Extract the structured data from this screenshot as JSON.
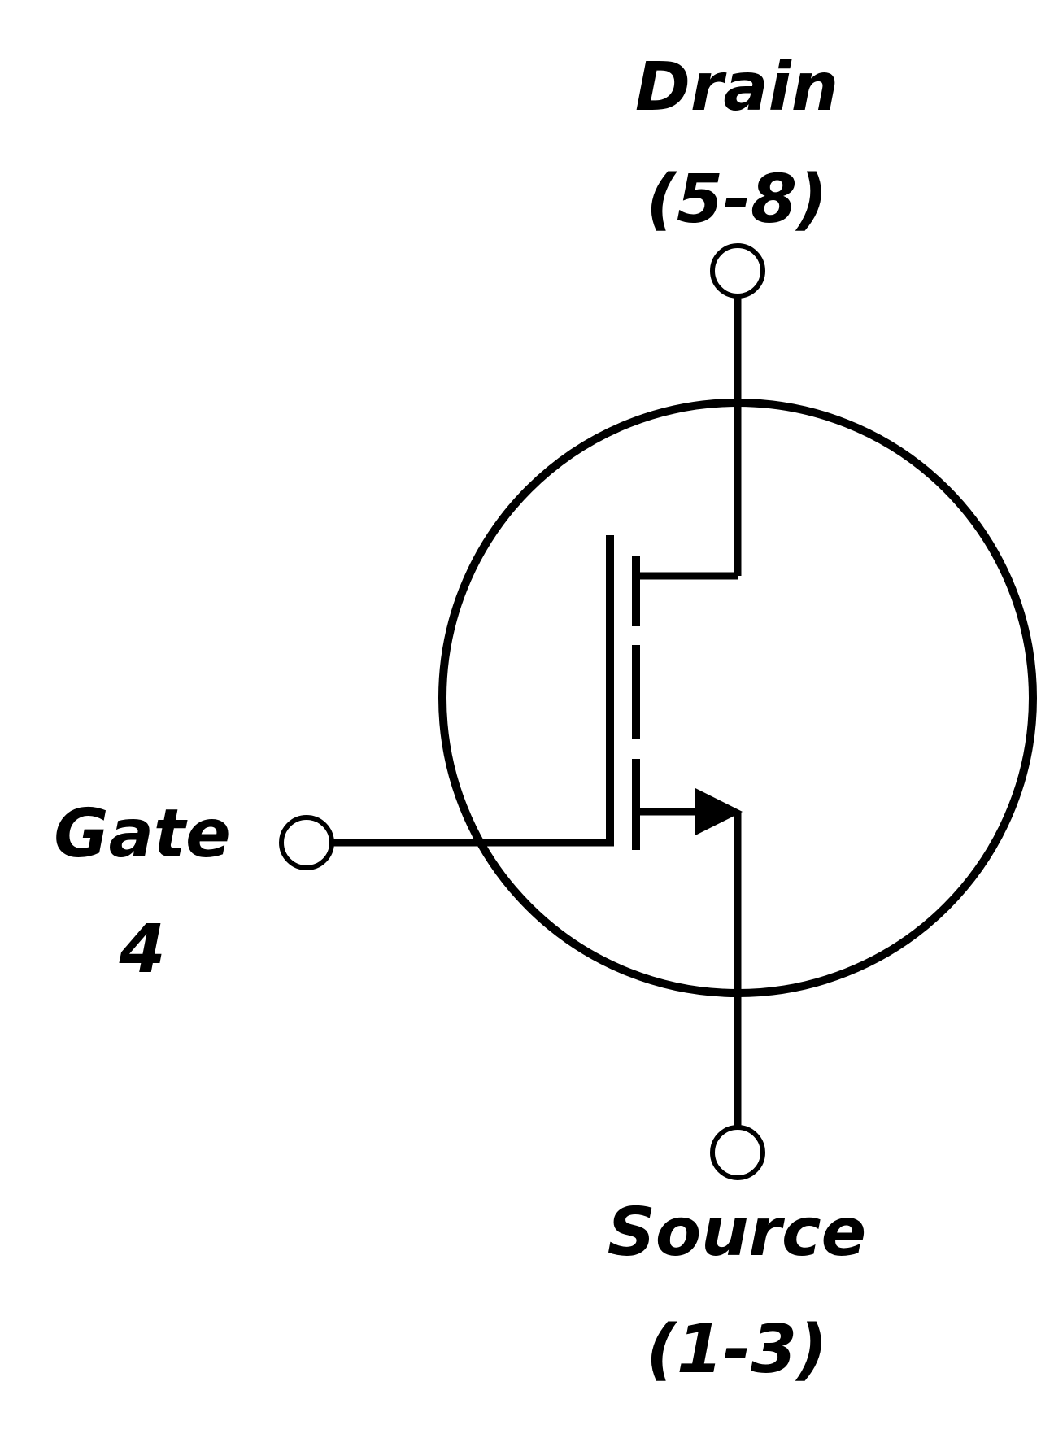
{
  "diagram": {
    "drain": {
      "name": "Drain",
      "pins": "(5-8)"
    },
    "gate": {
      "name": "Gate",
      "pins": "4"
    },
    "source": {
      "name": "Source",
      "pins": "(1-3)"
    }
  },
  "colors": {
    "stroke": "#000000",
    "background": "#ffffff",
    "terminal_fill": "#ffffff"
  }
}
